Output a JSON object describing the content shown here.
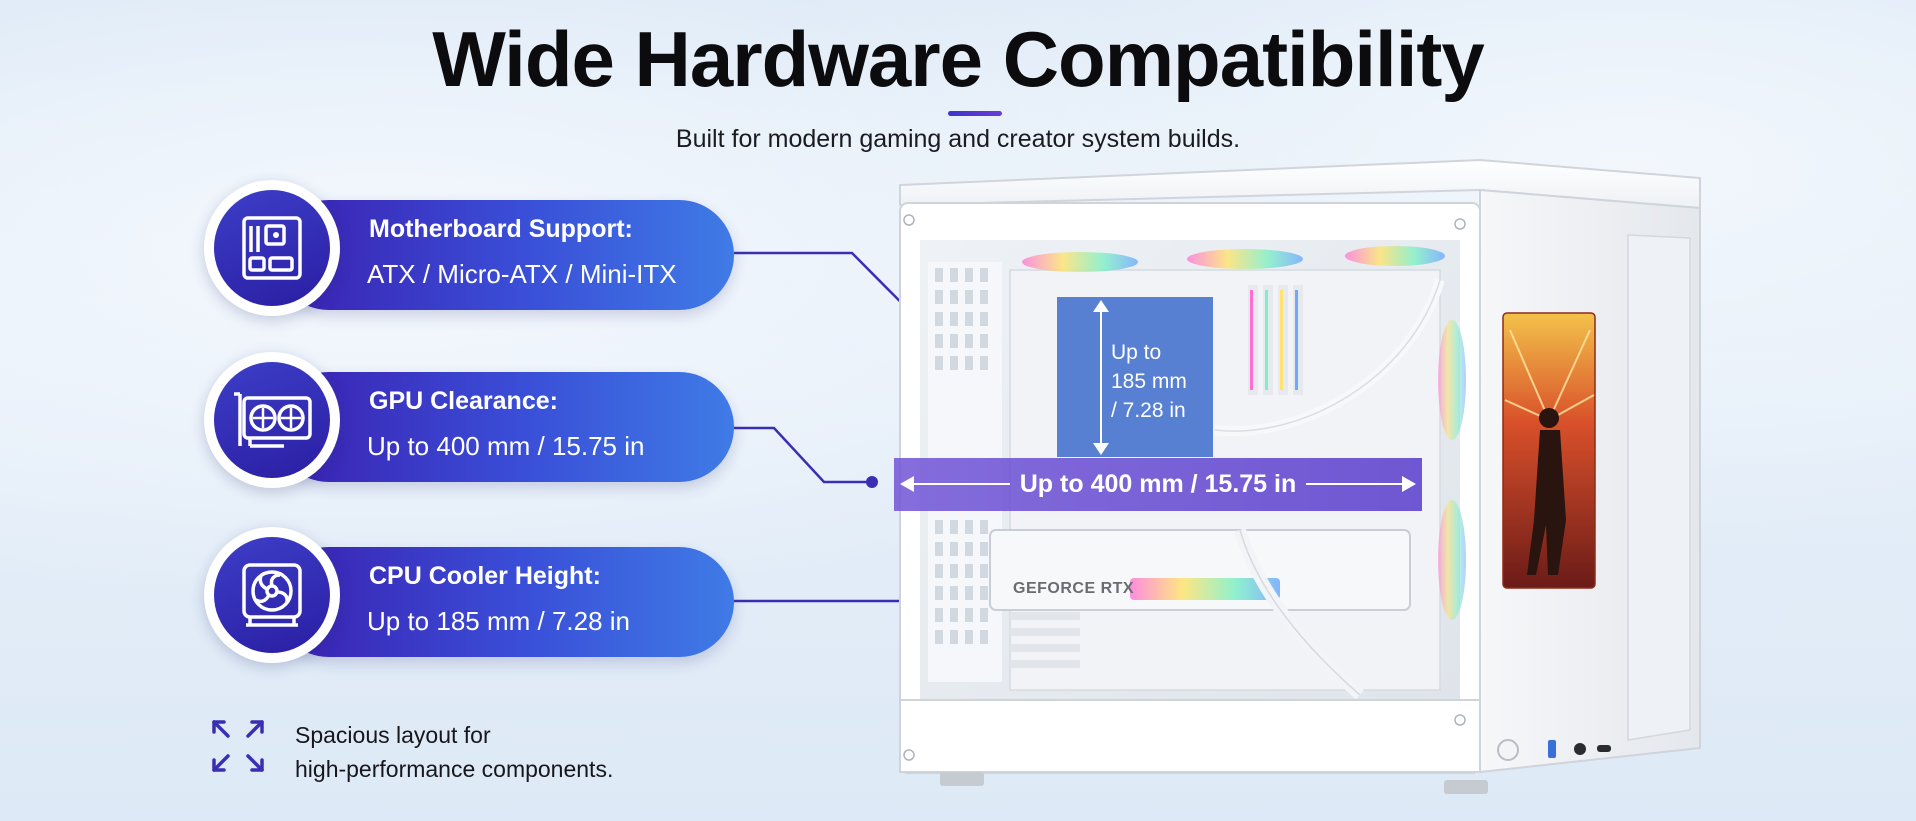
{
  "header": {
    "title": "Wide Hardware Compatibility",
    "subtitle": "Built for modern gaming and creator system builds."
  },
  "features": [
    {
      "title": "Motherboard Support:",
      "value": "ATX / Micro-ATX / Mini-ITX",
      "icon": "motherboard-icon"
    },
    {
      "title": "GPU Clearance:",
      "value": "Up to 400 mm / 15.75 in",
      "icon": "gpu-icon"
    },
    {
      "title": "CPU Cooler Height:",
      "value": "Up to 185 mm / 7.28 in",
      "icon": "cpu-fan-icon"
    }
  ],
  "footnote": {
    "line1": "Spacious layout for",
    "line2": "high-performance components.",
    "icon": "expand-arrows-icon"
  },
  "product": {
    "cooler_height_label_1": "Up to",
    "cooler_height_label_2": "185 mm",
    "cooler_height_label_3": "/ 7.28 in",
    "gpu_length_label": "Up to 400 mm / 15.75 in",
    "gpu_brand": "GEFORCE RTX"
  },
  "colors": {
    "accent_dark": "#2a1ea3",
    "accent_mid": "#3a4fd8",
    "accent_light": "#3f7be6",
    "measure_blue": "#2d5fc8",
    "measure_purple": "#6a4ed2"
  }
}
